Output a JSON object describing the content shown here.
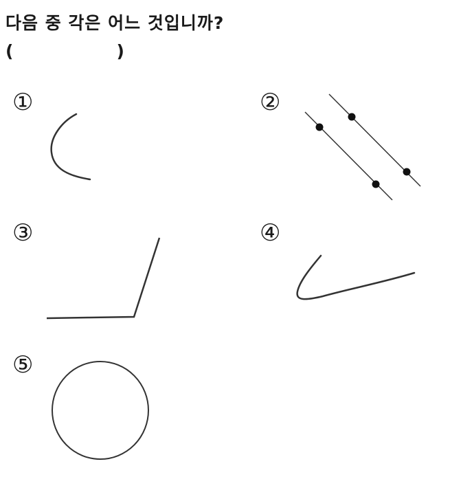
{
  "question": {
    "text": "다음 중 각은 어느 것입니까?"
  },
  "answer_blank": {
    "open": "(",
    "close": ")"
  },
  "choices": [
    {
      "number": "①",
      "shape": "curve"
    },
    {
      "number": "②",
      "shape": "two-parallel-lines-with-points"
    },
    {
      "number": "③",
      "shape": "angle"
    },
    {
      "number": "④",
      "shape": "curve"
    },
    {
      "number": "⑤",
      "shape": "circle"
    }
  ]
}
